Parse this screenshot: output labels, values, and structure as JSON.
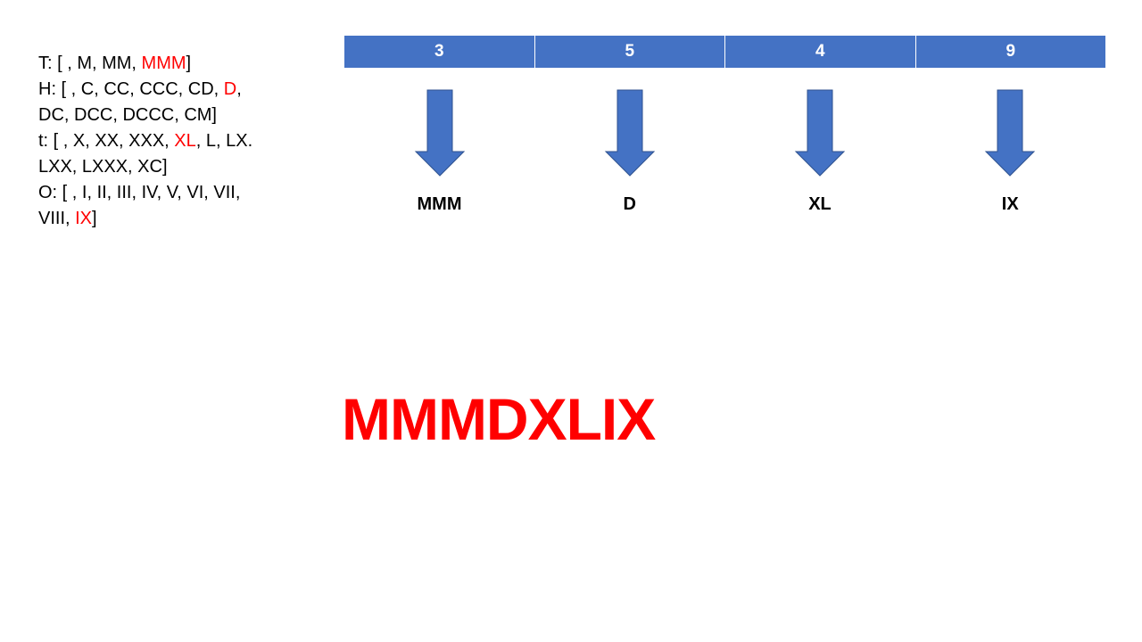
{
  "legend": {
    "lines": [
      [
        {
          "t": "T:  [ , M, MM, "
        },
        {
          "t": "MMM",
          "hl": true
        },
        {
          "t": "]"
        }
      ],
      [
        {
          "t": "H: [ , C, CC, CCC, CD, "
        },
        {
          "t": "D",
          "hl": true
        },
        {
          "t": ","
        }
      ],
      [
        {
          "t": "DC, DCC, DCCC, CM]"
        }
      ],
      [
        {
          "t": "t: [ , X, XX, XXX, "
        },
        {
          "t": "XL",
          "hl": true
        },
        {
          "t": ", L, LX."
        }
      ],
      [
        {
          "t": "LXX, LXXX, XC]"
        }
      ],
      [
        {
          "t": "O:  [ , I, II, III, IV, V, VI, VII,"
        }
      ],
      [
        {
          "t": "VIII, "
        },
        {
          "t": "IX",
          "hl": true
        },
        {
          "t": "]"
        }
      ]
    ]
  },
  "digits": [
    {
      "digit": "3",
      "numeral": "MMM"
    },
    {
      "digit": "5",
      "numeral": "D"
    },
    {
      "digit": "4",
      "numeral": "XL"
    },
    {
      "digit": "9",
      "numeral": "IX"
    }
  ],
  "result": "MMMDXLIX",
  "colors": {
    "header": "#4472c4",
    "highlight": "#ff0000",
    "arrow": "#4472c4"
  }
}
